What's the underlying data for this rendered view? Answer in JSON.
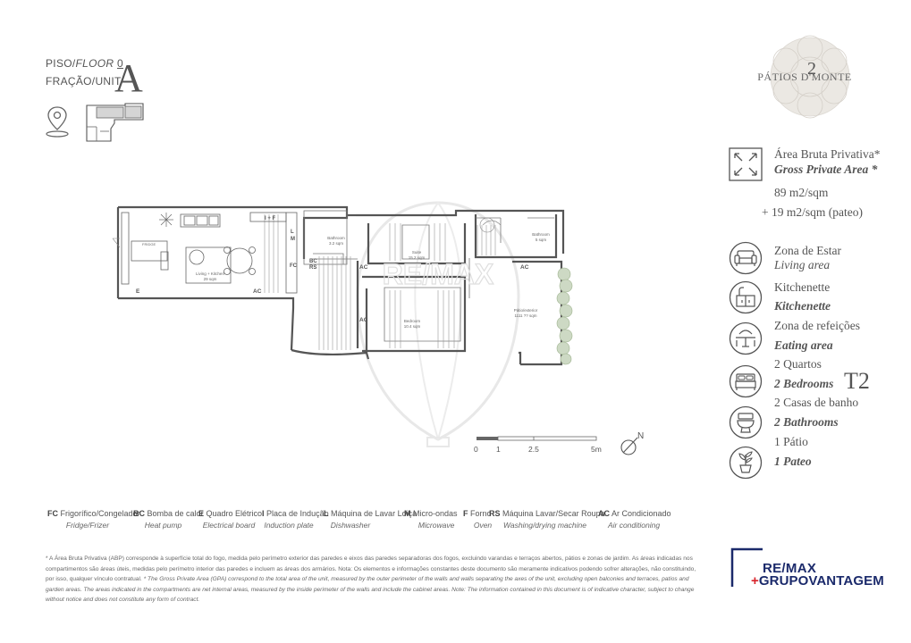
{
  "header": {
    "floor_label_pt": "PISO/",
    "floor_label_en": "FLOOR",
    "floor_number": "0",
    "unit_label": "FRAÇÃO/UNIT",
    "unit_letter": "A"
  },
  "logo": {
    "number": "2",
    "title": "PÁTIOS D'MONTE"
  },
  "area": {
    "label_pt": "Área Bruta Privativa*",
    "label_en": "Gross Private Area *",
    "value": "89 m2/sqm",
    "patio": "+ 19 m2/sqm (pateo)"
  },
  "features": [
    {
      "pt": "Zona de Estar",
      "en": "Living area",
      "icon": "sofa-icon"
    },
    {
      "pt": "Kitchenette",
      "en": "Kitchenette",
      "icon": "kitchenette-icon"
    },
    {
      "pt": "Zona de refeições",
      "en": "Eating area",
      "icon": "dining-icon"
    },
    {
      "pt": "2 Quartos",
      "en": "2 Bedrooms",
      "icon": "bed-icon"
    },
    {
      "pt": "2 Casas de banho",
      "en": "2 Bathrooms",
      "icon": "toilet-icon"
    },
    {
      "pt": "1 Pátio",
      "en": "1 Pateo",
      "icon": "plant-icon"
    }
  ],
  "typology": "T2",
  "plan": {
    "rooms": {
      "living_1": "Living + Kitchen",
      "living_2": "29 sqm",
      "bath1_1": "Bathroom",
      "bath1_2": "3.2 sqm",
      "suite_1": "Suite",
      "suite_2": "15.2 sqm",
      "bath2_1": "Bathroom",
      "bath2_2": "5 sqm",
      "bed2_1": "Bedroom",
      "bed2_2": "10.4 sqm",
      "patio_1": "Pátio/exterior",
      "patio_2": "1111 ?? sqm"
    },
    "codes": {
      "e1": "E",
      "ac1": "AC",
      "ac2": "AC",
      "ac3": "AC",
      "ac4": "AC",
      "if": "I + F",
      "l": "L",
      "m": "M",
      "fc": "FC",
      "bc": "BC",
      "rs": "RS",
      "fridge": "FRIDGE"
    },
    "scale": {
      "labels": [
        "0",
        "1",
        "2.5",
        "5m"
      ]
    },
    "north": "N"
  },
  "legend": [
    {
      "code": "FC",
      "pt": "Frigorífico/Congelador",
      "en": "Fridge/Frizer"
    },
    {
      "code": "BC",
      "pt": "Bomba de calor",
      "en": "Heat pump"
    },
    {
      "code": "E",
      "pt": "Quadro Elétrico",
      "en": "Electrical board"
    },
    {
      "code": "I",
      "pt": "Placa de Indução",
      "en": "Induction plate"
    },
    {
      "code": "L",
      "pt": "Máquina de Lavar Loiça",
      "en": "Dishwasher"
    },
    {
      "code": "M",
      "pt": "Micro-ondas",
      "en": "Microwave"
    },
    {
      "code": "F",
      "pt": "Forno",
      "en": "Oven"
    },
    {
      "code": "RS",
      "pt": "Máquina Lavar/Secar Roupa",
      "en": "Washing/drying machine"
    },
    {
      "code": "AC",
      "pt": "Ar Condicionado",
      "en": "Air conditioning"
    }
  ],
  "footnote": {
    "pt": "* A Área Bruta Privativa (ABP) corresponde à superfície total do fogo, medida pelo perímetro exterior das paredes e eixos das paredes separadoras dos fogos, excluindo varandas e terraços abertos, pátios e zonas de jardim. As áreas indicadas nos compartimentos são áreas úteis, medidas pelo perímetro interior das paredes e incluem as áreas dos armários. Nota: Os elementos e informações constantes deste documento são meramente indicativos podendo sofrer alterações, não constituindo, por isso, qualquer vínculo contratual.",
    "en": "* The Gross Private Area (GPA) correspond to the total area of the unit, measured by the outer perimeter of the walls and walls separating the axes of the unit, excluding open balconies and terraces, patios and garden areas. The areas indicated in the compartments are net internal areas, measured by the inside perimeter of the walls and include the cabinet areas. Note: The information contained in this document is of indicative character, subject to change without notice and does not constitute any form of contract."
  },
  "brand": {
    "remax": "RE/MAX",
    "grupo": "GRUPOVANTAGEM",
    "watermark": "RE/MAX",
    "colors": {
      "navy": "#1b2a6b",
      "red": "#d8232a"
    }
  },
  "colors": {
    "line": "#555555",
    "watermark": "#e6e6e6",
    "logo_bg": "#ebe8e3",
    "patio": "#cdd9c4"
  }
}
